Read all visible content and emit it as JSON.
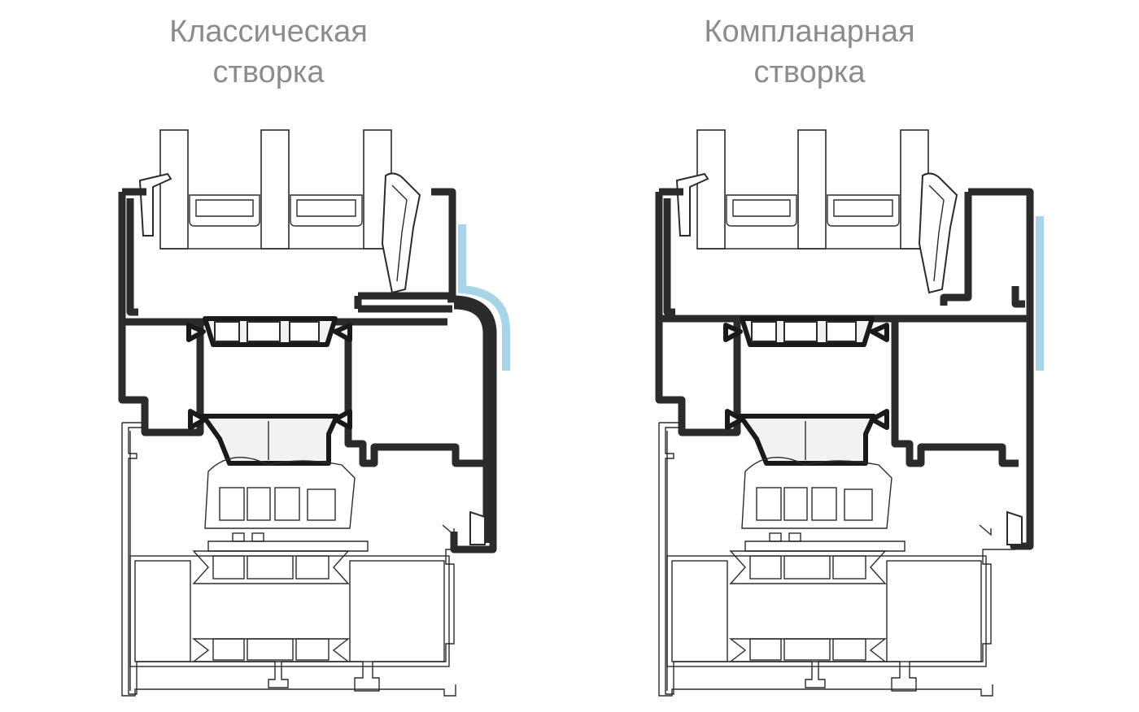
{
  "panels": [
    {
      "title_line1": "Классическая",
      "title_line2": "створка",
      "sash_type": "classic",
      "accent_color": "#a8d4ea"
    },
    {
      "title_line1": "Компланарная",
      "title_line2": "створка",
      "sash_type": "coplanar",
      "accent_color": "#a8d4ea"
    }
  ],
  "colors": {
    "title_gray": "#8c8c8c",
    "profile_outline": "#2b2b2b",
    "highlight_blue": "#a8d4ea"
  }
}
